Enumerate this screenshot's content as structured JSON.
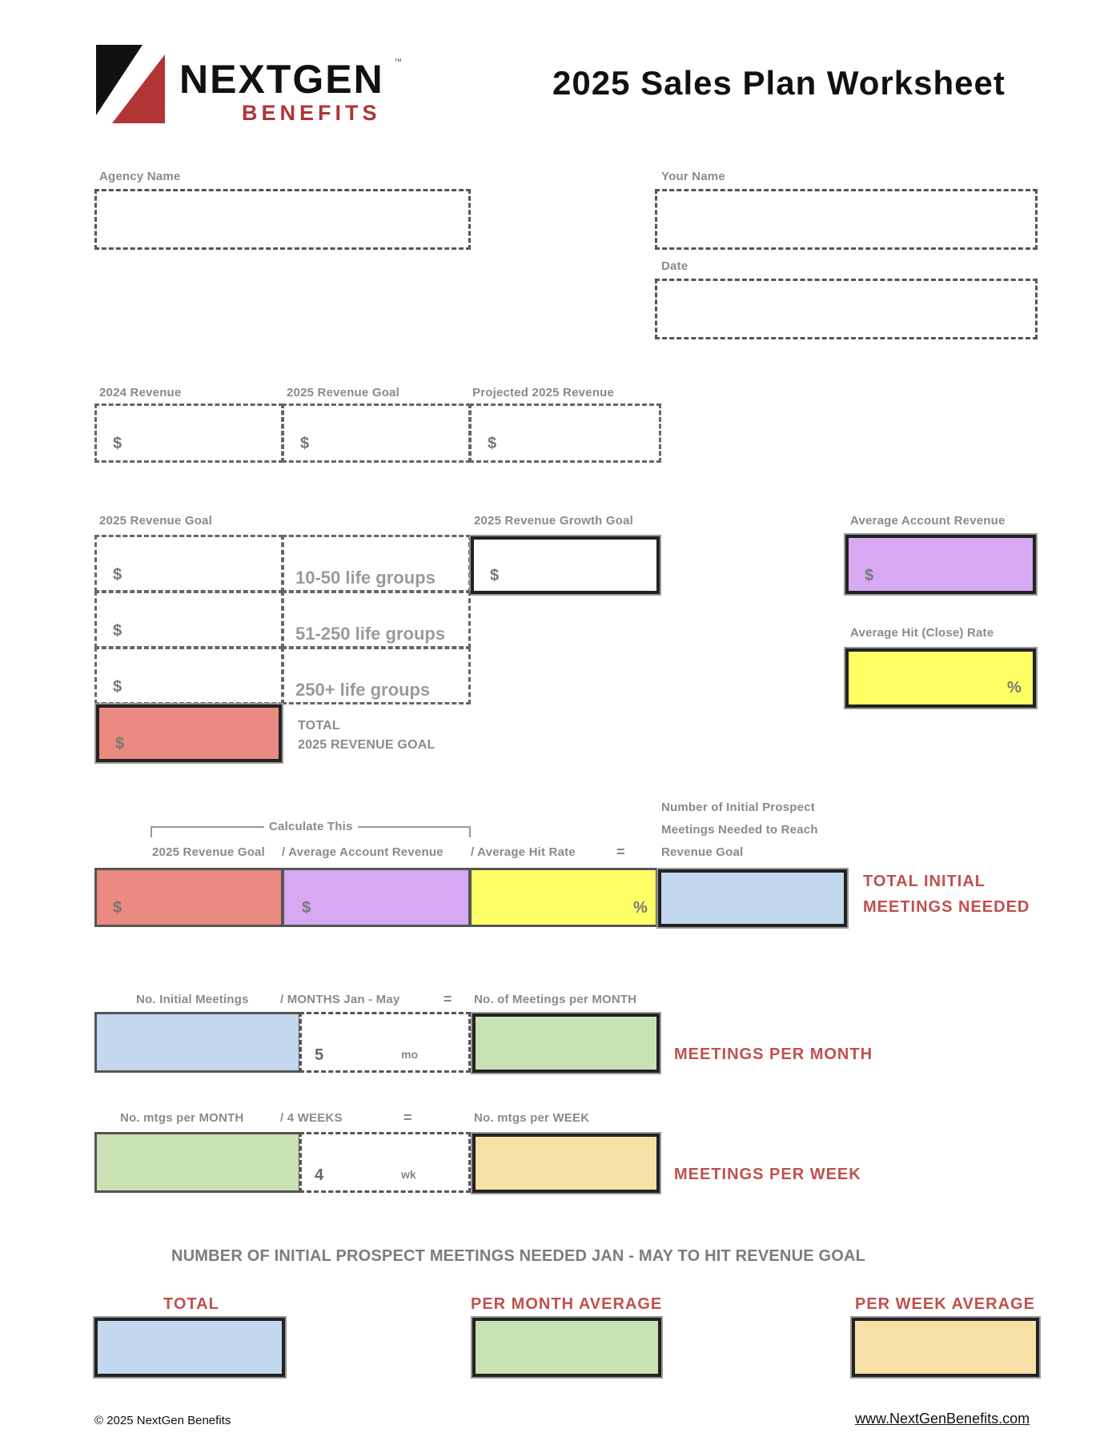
{
  "header": {
    "logo_primary": "NEXTGEN",
    "logo_secondary": "BENEFITS",
    "logo_tm": "™",
    "title": "2025 Sales Plan Worksheet"
  },
  "fields": {
    "agency_name_label": "Agency Name",
    "your_name_label": "Your Name",
    "date_label": "Date"
  },
  "revenue_row": {
    "col1_label": "2024 Revenue",
    "col2_label": "2025 Revenue Goal",
    "col3_label": "Projected 2025 Revenue",
    "currency": "$"
  },
  "goal_breakdown": {
    "label": "2025 Revenue Goal",
    "growth_label": "2025 Revenue Growth Goal",
    "rows": [
      {
        "currency": "$",
        "text": "10-50 life groups"
      },
      {
        "currency": "$",
        "text": "51-250 life groups"
      },
      {
        "currency": "$",
        "text": "250+ life groups"
      }
    ],
    "total_currency": "$",
    "total_line1": "TOTAL",
    "total_line2": "2025 REVENUE GOAL",
    "avg_revenue_label": "Average Account Revenue",
    "avg_revenue_currency": "$",
    "avg_close_label": "Average Hit (Close) Rate",
    "avg_close_unit": "%"
  },
  "meetings_calc": {
    "bracket_label": "Calculate This",
    "col1_label": "2025 Revenue Goal",
    "col2_label": "/ Average Account Revenue",
    "col3_label": "/ Average Hit Rate",
    "equals": "=",
    "col4_label_line1": "Number of Initial Prospect",
    "col4_label_line2": "Meetings Needed to Reach",
    "col4_label_line3": "Revenue Goal",
    "col1_currency": "$",
    "col2_currency": "$",
    "col3_unit": "%",
    "result_line1": "TOTAL INITIAL",
    "result_line2": "MEETINGS NEEDED"
  },
  "per_month": {
    "label1": "No. Initial Meetings",
    "label2": "/ MONTHS Jan - May",
    "equals": "=",
    "label3": "No. of Meetings per MONTH",
    "divisor": "5",
    "unit": "mo",
    "result": "MEETINGS PER MONTH"
  },
  "per_week": {
    "label1": "No. mtgs per MONTH",
    "label2": "/ 4 WEEKS",
    "equals": "=",
    "label3": "No. mtgs per WEEK",
    "divisor": "4",
    "unit": "wk",
    "result": "MEETINGS PER WEEK"
  },
  "summary": {
    "heading": "NUMBER OF INITIAL PROSPECT MEETINGS NEEDED JAN - MAY TO HIT REVENUE GOAL",
    "total_label": "TOTAL",
    "month_label": "PER MONTH AVERAGE",
    "week_label": "PER WEEK AVERAGE"
  },
  "footer": {
    "copyright": "© 2025 NextGen Benefits",
    "website": "www.NextGenBenefits.com"
  },
  "colors": {
    "red": "#ea8a80",
    "purple": "#d6a9f2",
    "yellow": "#ffff66",
    "blue": "#c3d7ee",
    "green": "#c9e2b4",
    "tan": "#f7e0a6",
    "accent": "#c0504d"
  }
}
